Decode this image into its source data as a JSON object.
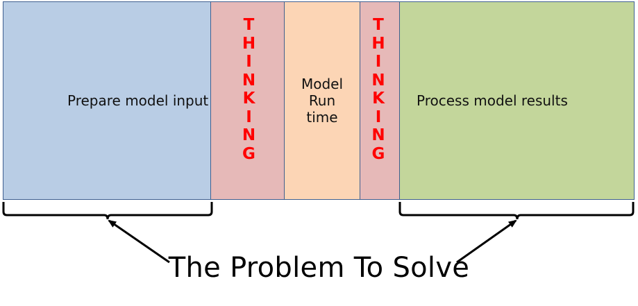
{
  "blocks": {
    "prepare": {
      "label": "Prepare model input",
      "color": "#b9cde5"
    },
    "thinking_left": {
      "letters": [
        "T",
        "H",
        "I",
        "N",
        "K",
        "I",
        "N",
        "G"
      ],
      "color": "#e6b9b8"
    },
    "model_run": {
      "lines": [
        "Model",
        "Run",
        "time"
      ],
      "color": "#fcd5b5"
    },
    "thinking_right": {
      "letters": [
        "T",
        "H",
        "I",
        "N",
        "K",
        "I",
        "N",
        "G"
      ],
      "color": "#e6b9b8"
    },
    "process": {
      "label": "Process model results",
      "color": "#c3d69b"
    }
  },
  "thinking_text_color": "#ff0000",
  "caption": "The Problem To Solve"
}
